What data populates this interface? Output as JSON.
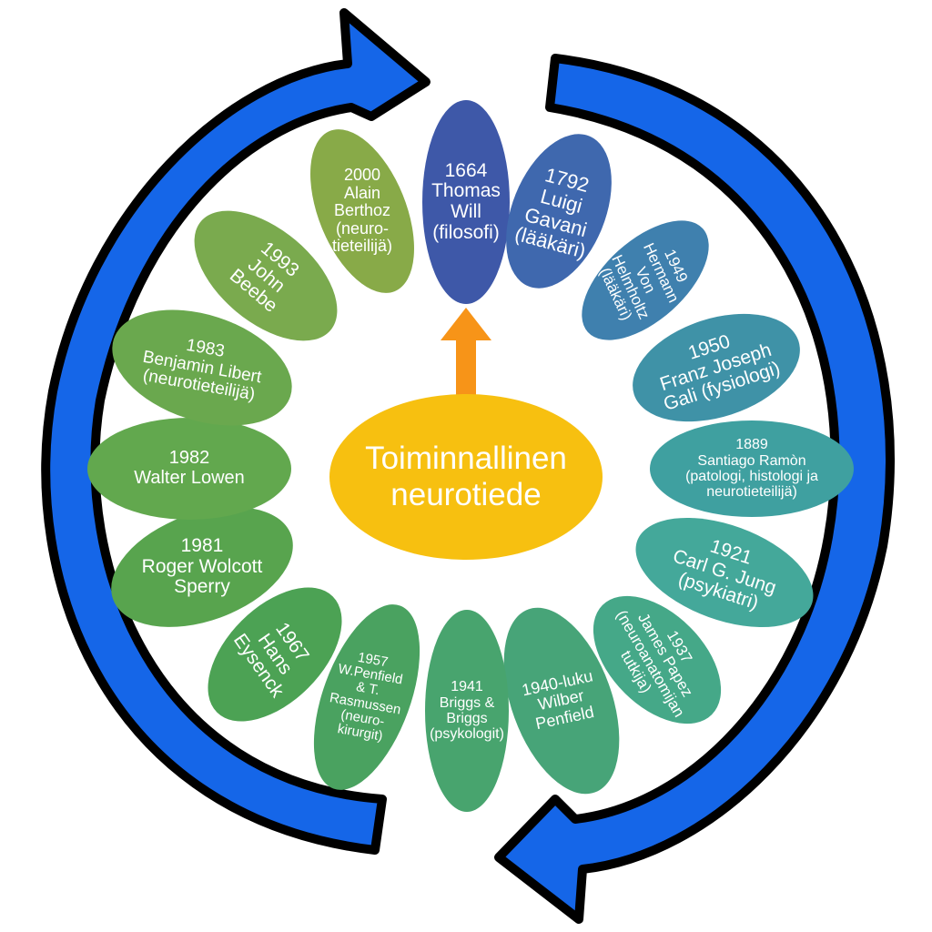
{
  "center": {
    "label": "Toiminnallinen\nneurotiede",
    "color": "#F7C010"
  },
  "pointer_arrow": {
    "color": "#F79418"
  },
  "cycle_arrows": {
    "fill": "#1566E8",
    "outline": "#000000"
  },
  "petals": [
    {
      "label": "1664\nThomas\nWill\n(filosofi)",
      "color": "#3E58A8"
    },
    {
      "label": "1792\nLuigi\nGavani\n(lääkäri)",
      "color": "#3F68AE"
    },
    {
      "label": "1949\nHermann\nVon\nHelmholtz\n(lääkäri)",
      "color": "#3F80AE"
    },
    {
      "label": "1950\nFranz Joseph\nGali (fysiologi)",
      "color": "#3F92A7"
    },
    {
      "label": "1889\nSantiago Ramòn\n(patologi, histologi ja\nneurotieteilijä)",
      "color": "#3FA0A0"
    },
    {
      "label": "1921\nCarl G. Jung\n(psykiatri)",
      "color": "#44A89A"
    },
    {
      "label": "1937\nJames Papez\n(neuroanatomijan\ntutkija)",
      "color": "#45A888"
    },
    {
      "label": "1940-luku\nWilber\nPenfield",
      "color": "#47A478"
    },
    {
      "label": "1941\nBriggs &\nBriggs\n(psykologit)",
      "color": "#48A46E"
    },
    {
      "label": "1957\nW.Penfield\n& T.\nRasmussen\n(neuro-\nkirurgit)",
      "color": "#4AA260"
    },
    {
      "label": "1967\nHans\nEysenck",
      "color": "#4CA254"
    },
    {
      "label": "1981\nRoger Wolcott\nSperry",
      "color": "#58A44E"
    },
    {
      "label": "1982\nWalter Lowen",
      "color": "#62A84E"
    },
    {
      "label": "1983\nBenjamin Libert\n(neurotieteilijä)",
      "color": "#6AA84E"
    },
    {
      "label": "1993\nJohn\nBeebe",
      "color": "#7AAA4E"
    },
    {
      "label": "2000\nAlain\nBerthoz\n(neuro-\ntieteilijä)",
      "color": "#88AA48"
    }
  ]
}
